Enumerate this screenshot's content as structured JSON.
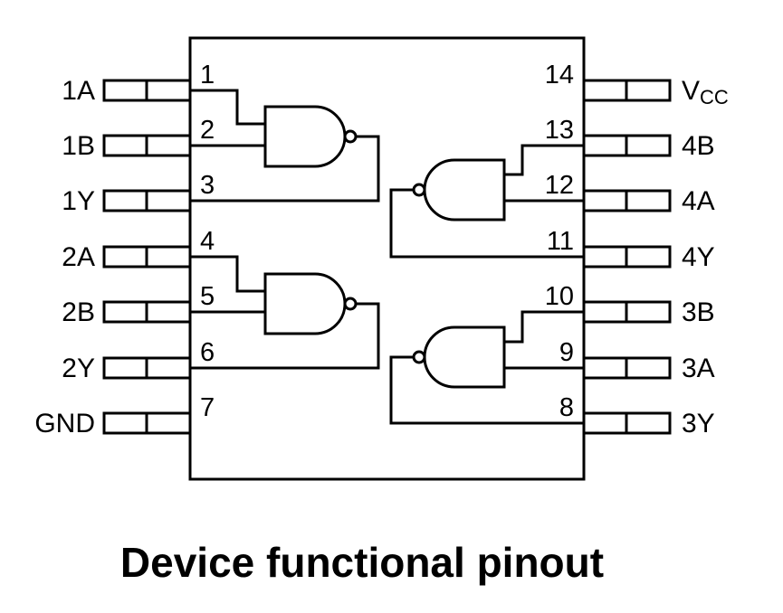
{
  "diagram": {
    "title": "Device functional pinout",
    "colors": {
      "line": "#000000",
      "background": "#ffffff"
    },
    "ic": {
      "pins_left": [
        {
          "num": "1",
          "name": "1A"
        },
        {
          "num": "2",
          "name": "1B"
        },
        {
          "num": "3",
          "name": "1Y"
        },
        {
          "num": "4",
          "name": "2A"
        },
        {
          "num": "5",
          "name": "2B"
        },
        {
          "num": "6",
          "name": "2Y"
        },
        {
          "num": "7",
          "name": "GND"
        }
      ],
      "pins_right": [
        {
          "num": "14",
          "name_base": "V",
          "name_sub": "CC"
        },
        {
          "num": "13",
          "name": "4B"
        },
        {
          "num": "12",
          "name": "4A"
        },
        {
          "num": "11",
          "name": "4Y"
        },
        {
          "num": "10",
          "name": "3B"
        },
        {
          "num": "9",
          "name": "3A"
        },
        {
          "num": "8",
          "name": "3Y"
        }
      ],
      "gates": [
        {
          "type": "NAND",
          "inputs": [
            "1",
            "2"
          ],
          "output": "3"
        },
        {
          "type": "NAND",
          "inputs": [
            "13",
            "12"
          ],
          "output": "11"
        },
        {
          "type": "NAND",
          "inputs": [
            "4",
            "5"
          ],
          "output": "6"
        },
        {
          "type": "NAND",
          "inputs": [
            "10",
            "9"
          ],
          "output": "8"
        }
      ]
    }
  }
}
